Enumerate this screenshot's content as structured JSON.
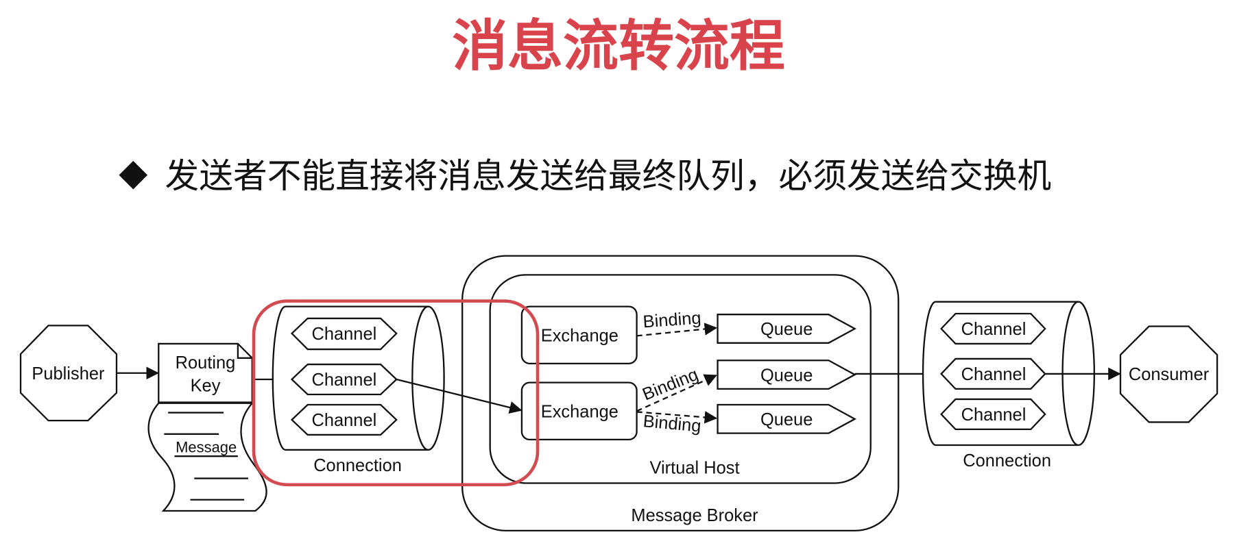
{
  "slide": {
    "title": "消息流转流程",
    "bullet_text": "发送者不能直接将消息发送给最终队列，必须发送给交换机"
  },
  "colors": {
    "title": "#d9434b",
    "highlight": "#d24b50",
    "stroke": "#111111"
  },
  "icons": {
    "bullet": "diamond-bullet-icon"
  },
  "diagram": {
    "publisher": "Publisher",
    "routing_key_lines": [
      "Routing",
      "Key"
    ],
    "message": "Message",
    "left_connection": {
      "label": "Connection",
      "channels": [
        "Channel",
        "Channel",
        "Channel"
      ]
    },
    "message_broker": "Message Broker",
    "virtual_host": "Virtual Host",
    "exchanges": [
      "Exchange",
      "Exchange"
    ],
    "bindings": [
      "Binding",
      "Binding",
      "Binding"
    ],
    "queues": [
      "Queue",
      "Queue",
      "Queue"
    ],
    "right_connection": {
      "label": "Connection",
      "channels": [
        "Channel",
        "Channel",
        "Channel"
      ]
    },
    "consumer": "Consumer"
  }
}
